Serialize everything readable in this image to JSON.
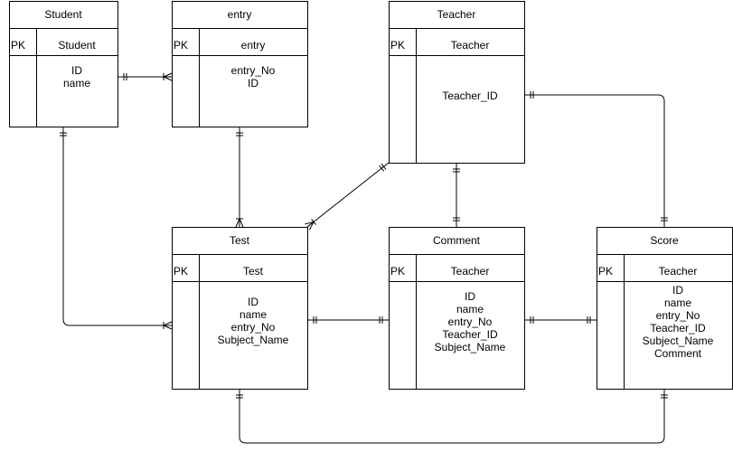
{
  "entities": {
    "student": {
      "title": "Student",
      "pk_label": "PK",
      "pk_name": "Student",
      "fields": [
        "ID",
        "name"
      ]
    },
    "entry": {
      "title": "entry",
      "pk_label": "PK",
      "pk_name": "entry",
      "fields": [
        "entry_No",
        "ID"
      ]
    },
    "teacher": {
      "title": "Teacher",
      "pk_label": "PK",
      "pk_name": "Teacher",
      "fields": [
        "Teacher_ID"
      ]
    },
    "test": {
      "title": "Test",
      "pk_label": "PK",
      "pk_name": "Test",
      "fields": [
        "ID",
        "name",
        "entry_No",
        "Subject_Name"
      ]
    },
    "comment": {
      "title": "Comment",
      "pk_label": "PK",
      "pk_name": "Teacher",
      "fields": [
        "ID",
        "name",
        "entry_No",
        "Teacher_ID",
        "Subject_Name"
      ]
    },
    "score": {
      "title": "Score",
      "pk_label": "PK",
      "pk_name": "Teacher",
      "fields": [
        "ID",
        "name",
        "entry_No",
        "Teacher_ID",
        "Subject_Name",
        "Comment"
      ]
    }
  },
  "relationships": [
    {
      "from": "student",
      "to": "entry",
      "from_end": "one-mandatory",
      "to_end": "many"
    },
    {
      "from": "entry",
      "to": "test",
      "from_end": "one-mandatory",
      "to_end": "many"
    },
    {
      "from": "student",
      "to": "test",
      "from_end": "one-mandatory",
      "to_end": "many"
    },
    {
      "from": "teacher",
      "to": "test",
      "from_end": "one-mandatory",
      "to_end": "many"
    },
    {
      "from": "teacher",
      "to": "comment",
      "from_end": "one-mandatory",
      "to_end": "one-mandatory"
    },
    {
      "from": "teacher",
      "to": "score",
      "from_end": "one-mandatory",
      "to_end": "one-mandatory"
    },
    {
      "from": "test",
      "to": "comment",
      "from_end": "one-mandatory",
      "to_end": "one-mandatory"
    },
    {
      "from": "comment",
      "to": "score",
      "from_end": "one-mandatory",
      "to_end": "one-mandatory"
    },
    {
      "from": "test",
      "to": "score",
      "from_end": "one-mandatory",
      "to_end": "one-mandatory"
    }
  ]
}
